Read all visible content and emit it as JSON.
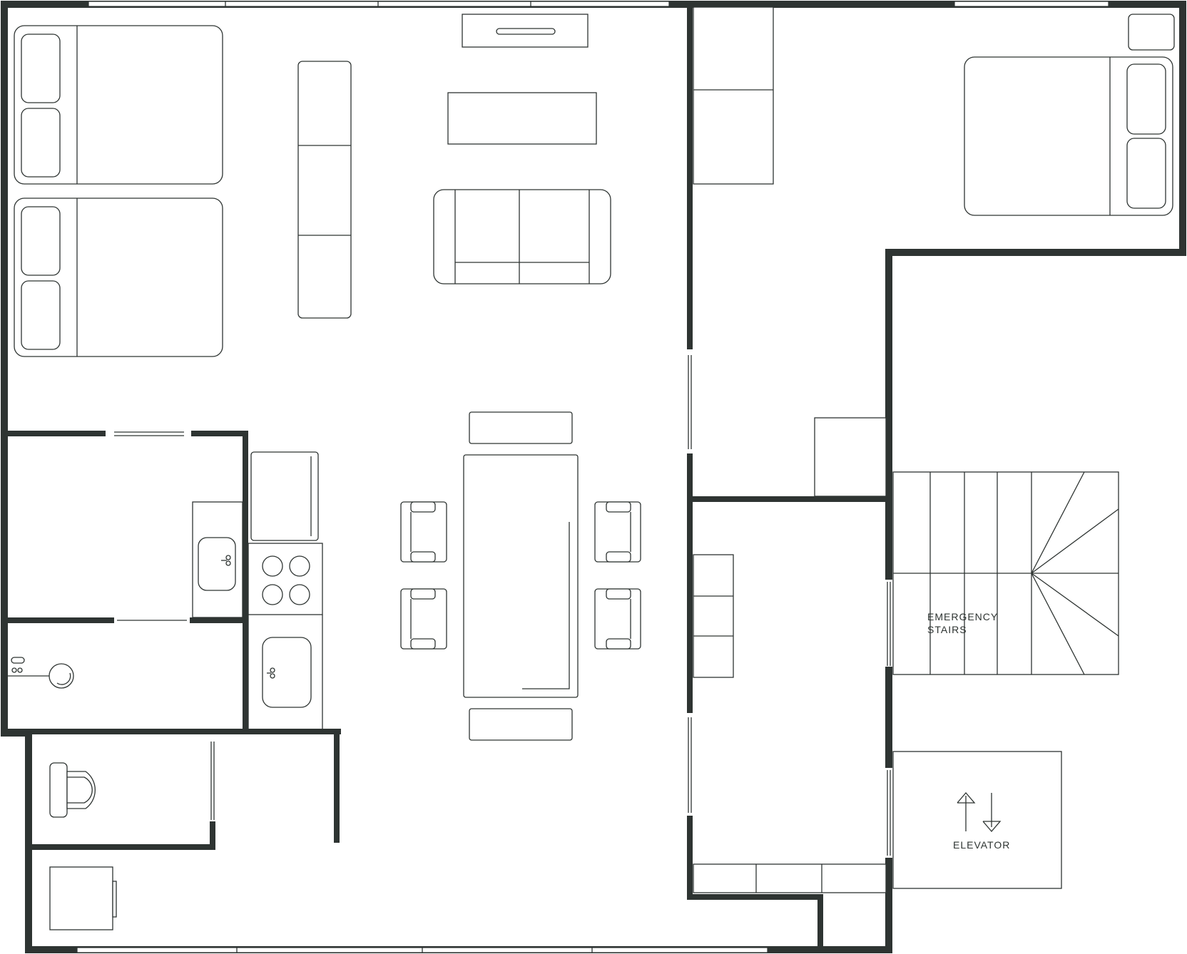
{
  "labels": {
    "emergency_stairs_line1": "EMERGENCY",
    "emergency_stairs_line2": "STAIRS",
    "elevator": "ELEVATOR"
  },
  "icons": {
    "elevator_arrows": "up-down-arrows-icon"
  },
  "colors": {
    "wall": "#2e3432",
    "background": "#ffffff"
  }
}
